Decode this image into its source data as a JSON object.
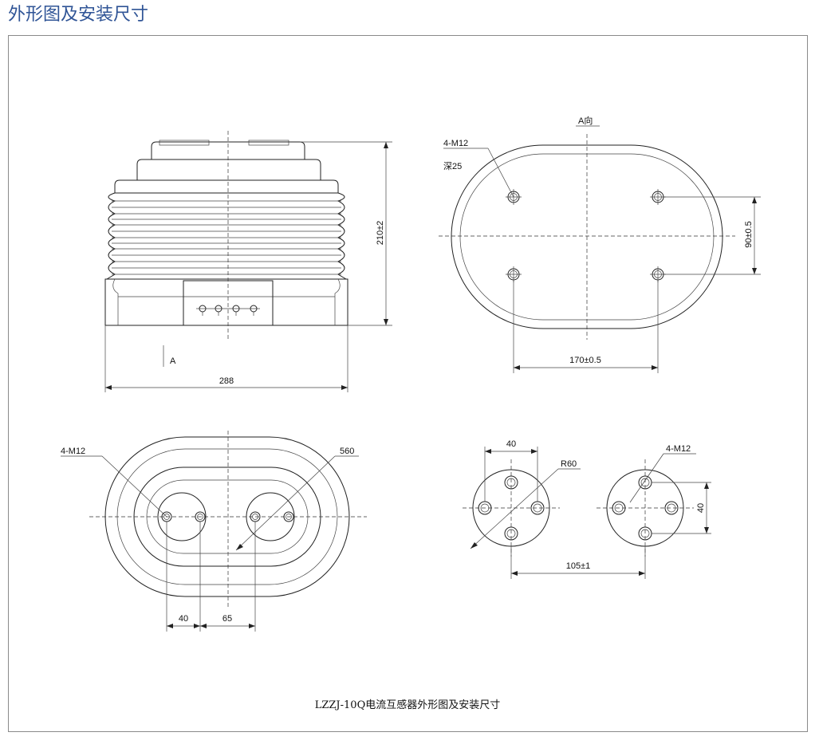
{
  "heading": "外形图及安装尺寸",
  "caption": "LZZJ-10Q电流互感器外形图及安装尺寸",
  "front_view": {
    "height_dim": "210±2",
    "width_dim": "288",
    "view_marker": "A"
  },
  "top_view": {
    "title": "A向",
    "thread_spec": "4-M12",
    "depth_spec": "深25",
    "vertical_spacing": "90±0.5",
    "horizontal_spacing": "170±0.5"
  },
  "bottom_view": {
    "thread_spec": "4-M12",
    "diameter_dim": "560",
    "spacing_a": "40",
    "spacing_b": "65"
  },
  "terminal_view": {
    "width_dim": "40",
    "radius_dim": "R60",
    "thread_spec": "4-M12",
    "height_dim": "40",
    "center_spacing": "105±1"
  }
}
